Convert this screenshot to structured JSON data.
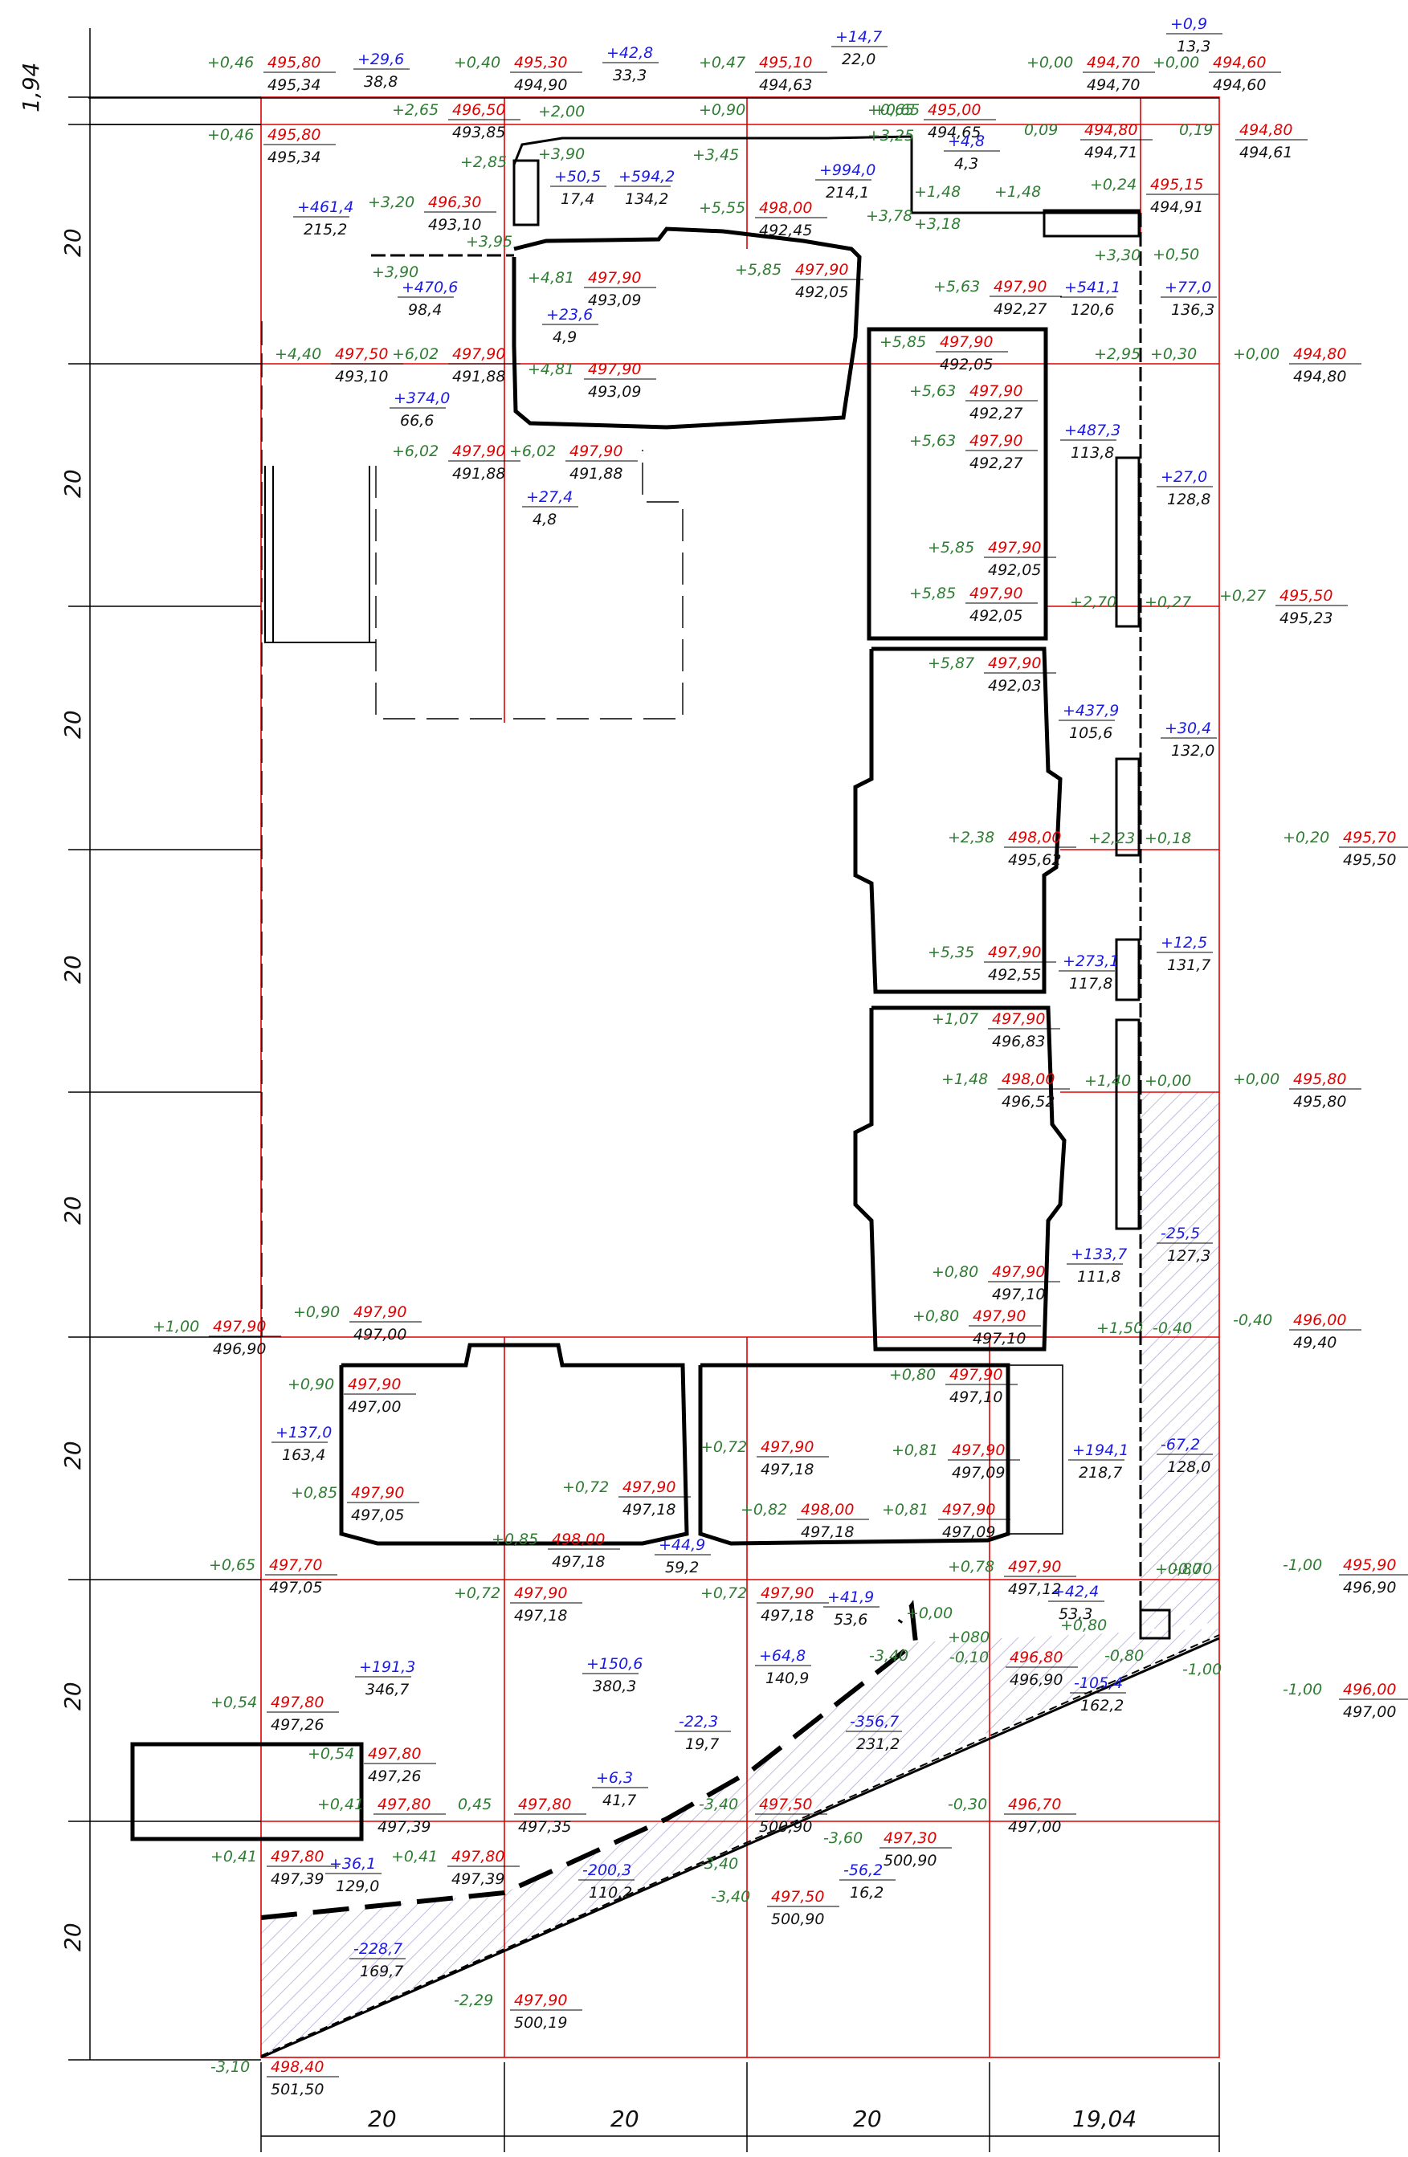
{
  "colors": {
    "grid": "#e00000",
    "work": "#2e7d32",
    "design": "#e00000",
    "natural": "#111111",
    "volume": "#1a1ae6",
    "hatch": "#a9a0d0",
    "building": "#000000"
  },
  "dims": {
    "left_top": "1,94",
    "left": [
      "20",
      "20",
      "20",
      "20",
      "20",
      "20",
      "20",
      "20"
    ],
    "bottom": [
      "20",
      "20",
      "20",
      "19,04"
    ]
  },
  "levels": [
    {
      "w": "+0,46",
      "d": "495,80",
      "n": "495,34"
    },
    {
      "w": "+0,40",
      "d": "495,30",
      "n": "494,90"
    },
    {
      "w": "+0,47",
      "d": "495,10",
      "n": "494,63"
    },
    {
      "w": "+0,00",
      "d": "494,70",
      "n": "494,70"
    },
    {
      "w": "+0,00",
      "d": "494,60",
      "n": "494,60"
    },
    {
      "w": "+0,46",
      "d": "495,80",
      "n": "495,34"
    },
    {
      "w": "+2,65",
      "d": "496,50",
      "n": "493,85"
    },
    {
      "w": "+0,65",
      "d": "495,00",
      "n": "494,65"
    },
    {
      "w": "0,09",
      "d": "494,80",
      "n": "494,71"
    },
    {
      "w": "0,19",
      "d": "494,80",
      "n": "494,61"
    },
    {
      "w": "+3,20",
      "d": "496,30",
      "n": "493,10"
    },
    {
      "w": "+5,55",
      "d": "498,00",
      "n": "492,45"
    },
    {
      "w": "+0,24",
      "d": "495,15",
      "n": "494,91"
    },
    {
      "w": "+4,81",
      "d": "497,90",
      "n": "493,09"
    },
    {
      "w": "+5,85",
      "d": "497,90",
      "n": "492,05"
    },
    {
      "w": "+5,63",
      "d": "497,90",
      "n": "492,27"
    },
    {
      "w": "+4,40",
      "d": "497,50",
      "n": "493,10"
    },
    {
      "w": "+6,02",
      "d": "497,90",
      "n": "491,88"
    },
    {
      "w": "+4,81",
      "d": "497,90",
      "n": "493,09"
    },
    {
      "w": "+5,85",
      "d": "497,90",
      "n": "492,05"
    },
    {
      "w": "+0,00",
      "d": "494,80",
      "n": "494,80"
    },
    {
      "w": "+5,63",
      "d": "497,90",
      "n": "492,27"
    },
    {
      "w": "+5,63",
      "d": "497,90",
      "n": "492,27"
    },
    {
      "w": "+6,02",
      "d": "497,90",
      "n": "491,88"
    },
    {
      "w": "+6,02",
      "d": "497,90",
      "n": "491,88"
    },
    {
      "w": "+5,85",
      "d": "497,90",
      "n": "492,05"
    },
    {
      "w": "+5,85",
      "d": "497,90",
      "n": "492,05"
    },
    {
      "w": "+0,27",
      "d": "495,50",
      "n": "495,23"
    },
    {
      "w": "+5,87",
      "d": "497,90",
      "n": "492,03"
    },
    {
      "w": "+2,38",
      "d": "498,00",
      "n": "495,62"
    },
    {
      "w": "+0,20",
      "d": "495,70",
      "n": "495,50"
    },
    {
      "w": "+5,35",
      "d": "497,90",
      "n": "492,55"
    },
    {
      "w": "+1,07",
      "d": "497,90",
      "n": "496,83"
    },
    {
      "w": "+1,48",
      "d": "498,00",
      "n": "496,52"
    },
    {
      "w": "+0,00",
      "d": "495,80",
      "n": "495,80"
    },
    {
      "w": "+0,80",
      "d": "497,90",
      "n": "497,10"
    },
    {
      "w": "+0,80",
      "d": "497,90",
      "n": "497,10"
    },
    {
      "w": "-0,40",
      "d": "496,00",
      "n": "49,40"
    },
    {
      "w": "+1,00",
      "d": "497,90",
      "n": "496,90"
    },
    {
      "w": "+0,90",
      "d": "497,90",
      "n": "497,00"
    },
    {
      "w": "+0,90",
      "d": "497,90",
      "n": "497,00"
    },
    {
      "w": "+0,80",
      "d": "497,90",
      "n": "497,10"
    },
    {
      "w": "+0,72",
      "d": "497,90",
      "n": "497,18"
    },
    {
      "w": "+0,81",
      "d": "497,90",
      "n": "497,09"
    },
    {
      "w": "+0,85",
      "d": "497,90",
      "n": "497,05"
    },
    {
      "w": "+0,72",
      "d": "497,90",
      "n": "497,18"
    },
    {
      "w": "+0,82",
      "d": "498,00",
      "n": "497,18"
    },
    {
      "w": "+0,81",
      "d": "497,90",
      "n": "497,09"
    },
    {
      "w": "+0,85",
      "d": "498,00",
      "n": "497,18"
    },
    {
      "w": "+0,65",
      "d": "497,70",
      "n": "497,05"
    },
    {
      "w": "+0,72",
      "d": "497,90",
      "n": "497,18"
    },
    {
      "w": "+0,72",
      "d": "497,90",
      "n": "497,18"
    },
    {
      "w": "+0,78",
      "d": "497,90",
      "n": "497,12"
    },
    {
      "w": "-1,00",
      "d": "495,90",
      "n": "496,90"
    },
    {
      "w": "-1,00",
      "d": "496,00",
      "n": "497,00"
    },
    {
      "w": "-0,10",
      "d": "496,80",
      "n": "496,90"
    },
    {
      "w": "+0,54",
      "d": "497,80",
      "n": "497,26"
    },
    {
      "w": "+0,54",
      "d": "497,80",
      "n": "497,26"
    },
    {
      "w": "+0,41",
      "d": "497,80",
      "n": "497,39"
    },
    {
      "w": "0,45",
      "d": "497,80",
      "n": "497,35"
    },
    {
      "w": "-3,40",
      "d": "497,50",
      "n": "500,90"
    },
    {
      "w": "-0,30",
      "d": "496,70",
      "n": "497,00"
    },
    {
      "w": "+0,41",
      "d": "497,80",
      "n": "497,39"
    },
    {
      "w": "+0,41",
      "d": "497,80",
      "n": "497,39"
    },
    {
      "w": "-3,60",
      "d": "497,30",
      "n": "500,90"
    },
    {
      "w": "-3,40",
      "d": "497,50",
      "n": "500,90"
    },
    {
      "w": "-2,29",
      "d": "497,90",
      "n": "500,19"
    },
    {
      "w": "-3,10",
      "d": "498,40",
      "n": "501,50"
    }
  ],
  "volumes": [
    {
      "v": "+29,6",
      "a": "38,8"
    },
    {
      "v": "+42,8",
      "a": "33,3"
    },
    {
      "v": "+14,7",
      "a": "22,0"
    },
    {
      "v": "+0,9",
      "a": "13,3"
    },
    {
      "v": "+50,5",
      "a": "17,4"
    },
    {
      "v": "+594,2",
      "a": "134,2"
    },
    {
      "v": "+994,0",
      "a": "214,1"
    },
    {
      "v": "+4,8",
      "a": "4,3"
    },
    {
      "v": "+461,4",
      "a": "215,2"
    },
    {
      "v": "+470,6",
      "a": "98,4"
    },
    {
      "v": "+23,6",
      "a": "4,9"
    },
    {
      "v": "+541,1",
      "a": "120,6"
    },
    {
      "v": "+77,0",
      "a": "136,3"
    },
    {
      "v": "+374,0",
      "a": "66,6"
    },
    {
      "v": "+27,4",
      "a": "4,8"
    },
    {
      "v": "+487,3",
      "a": "113,8"
    },
    {
      "v": "+27,0",
      "a": "128,8"
    },
    {
      "v": "+437,9",
      "a": "105,6"
    },
    {
      "v": "+30,4",
      "a": "132,0"
    },
    {
      "v": "+273,1",
      "a": "117,8"
    },
    {
      "v": "+12,5",
      "a": "131,7"
    },
    {
      "v": "-25,5",
      "a": "127,3"
    },
    {
      "v": "+133,7",
      "a": "111,8"
    },
    {
      "v": "+137,0",
      "a": "163,4"
    },
    {
      "v": "+194,1",
      "a": "218,7"
    },
    {
      "v": "-67,2",
      "a": "128,0"
    },
    {
      "v": "+44,9",
      "a": "59,2"
    },
    {
      "v": "+41,9",
      "a": "53,6"
    },
    {
      "v": "+42,4",
      "a": "53,3"
    },
    {
      "v": "+191,3",
      "a": "346,7"
    },
    {
      "v": "+150,6",
      "a": "380,3"
    },
    {
      "v": "+64,8",
      "a": "140,9"
    },
    {
      "v": "-105,4",
      "a": "162,2"
    },
    {
      "v": "-22,3",
      "a": "19,7"
    },
    {
      "v": "-356,7",
      "a": "231,2"
    },
    {
      "v": "+6,3",
      "a": "41,7"
    },
    {
      "v": "+36,1",
      "a": "129,0"
    },
    {
      "v": "-200,3",
      "a": "110,2"
    },
    {
      "v": "-56,2",
      "a": "16,2"
    },
    {
      "v": "-228,7",
      "a": "169,7"
    }
  ],
  "work_only": [
    "+2,00",
    "+0,90",
    "+0,65",
    "+3,90",
    "+2,85",
    "+3,45",
    "+3,25",
    "+3,95",
    "+3,90",
    "+3,78",
    "+1,48",
    "+1,48",
    "+3,18",
    "+3,30",
    "+0,50",
    "+2,95",
    "+0,30",
    "+2,70",
    "+0,27",
    "+2,23",
    "+0,18",
    "+1,40",
    "+0,00",
    "+1,50",
    "-0,40",
    "+0,80",
    "-0,70",
    "+0,00",
    "-3,40",
    "+080",
    "+0,80",
    "-0,80",
    "-3,40",
    "-1,00"
  ]
}
